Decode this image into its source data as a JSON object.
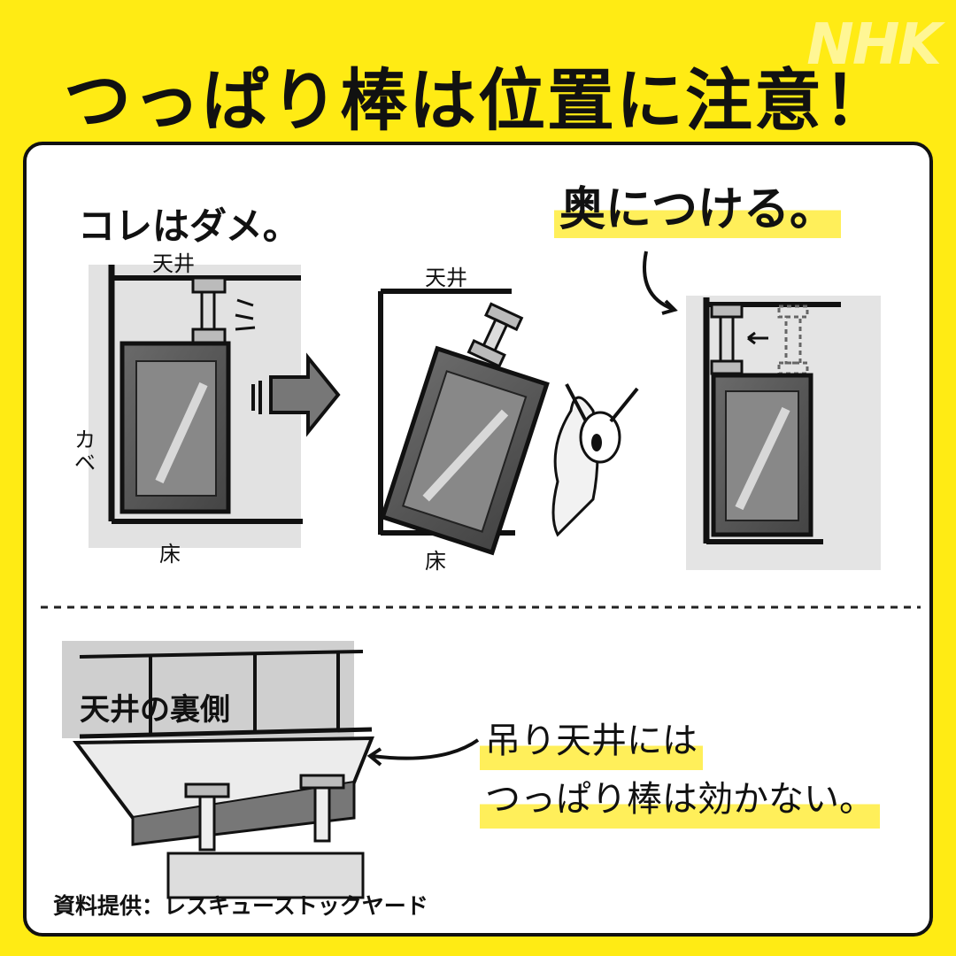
{
  "brand": {
    "logo_text": "NHK",
    "colors": {
      "background": "#FFEB14",
      "panel": "#FFFFFF",
      "ink": "#111111",
      "highlight": "#FFEF5A"
    }
  },
  "header": {
    "title": "つっぱり棒は位置に注意！"
  },
  "top_section": {
    "bad_caption": "コレはダメ。",
    "good_caption": "奥につける。",
    "labels": {
      "ceiling_1": "天井",
      "ceiling_2": "天井",
      "wall": "カベ",
      "floor_1": "床",
      "floor_2": "床"
    }
  },
  "bottom_section": {
    "ceiling_back_label": "天井の裏側",
    "caption_line1": "吊り天井には",
    "caption_line2": "つっぱり棒は効かない。"
  },
  "footer": {
    "credit": "資料提供：レスキューストックヤード"
  },
  "icons": [
    "arrow-right-icon",
    "curved-arrow-icon",
    "panicking-person-icon",
    "furniture-icon",
    "tension-rod-icon"
  ]
}
